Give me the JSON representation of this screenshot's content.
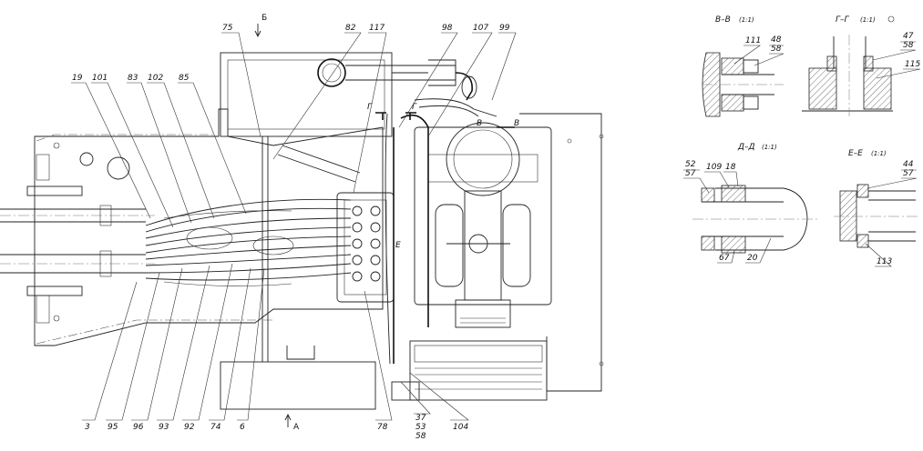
{
  "view_markers": {
    "b": "Б",
    "a": "А"
  },
  "section_cuts": {
    "g_left": "Г",
    "g_right": "Г",
    "v_left": "В",
    "v_right": "В",
    "e": "Е"
  },
  "sections": {
    "vv": {
      "title": "В–В",
      "scale": "(1:1)",
      "labels": [
        "111",
        "48",
        "58"
      ]
    },
    "gg": {
      "title": "Г–Г",
      "scale": "(1:1)",
      "labels": [
        "47",
        "58",
        "115"
      ]
    },
    "dd": {
      "title": "Д–Д",
      "scale": "(1:1)",
      "labels": [
        "52",
        "57",
        "109",
        "18",
        "67",
        "20"
      ]
    },
    "ee": {
      "title": "Е–Е",
      "scale": "(1:1)",
      "labels": [
        "44",
        "57",
        "113"
      ]
    }
  },
  "callouts_top": [
    "75",
    "82",
    "117",
    "98",
    "107",
    "99",
    "19",
    "101",
    "83",
    "102",
    "85"
  ],
  "callouts_bottom": [
    "3",
    "95",
    "96",
    "93",
    "92",
    "74",
    "6",
    "78",
    "37",
    "53",
    "58",
    "104"
  ]
}
